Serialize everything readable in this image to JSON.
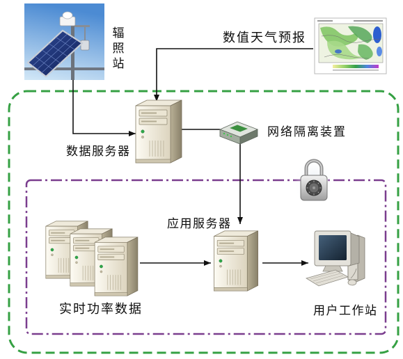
{
  "labels": {
    "radiation_station": "辐照站",
    "nwp": "数值天气预报",
    "data_server": "数据服务器",
    "network_isolation": "网络隔离装置",
    "app_server": "应用服务器",
    "realtime_power": "实时功率数据",
    "user_workstation": "用户工作站"
  },
  "icons": {
    "radiation_station": "solar-panel-photo",
    "nwp": "weather-map-image",
    "server": "server-tower-icon",
    "network_isolation": "network-isolation-device-icon",
    "security": "padlock-icon",
    "workstation": "desktop-computer-icon"
  },
  "colors": {
    "outer_boundary": "#35a043",
    "inner_boundary": "#7a3d8e",
    "connector": "#111111"
  }
}
